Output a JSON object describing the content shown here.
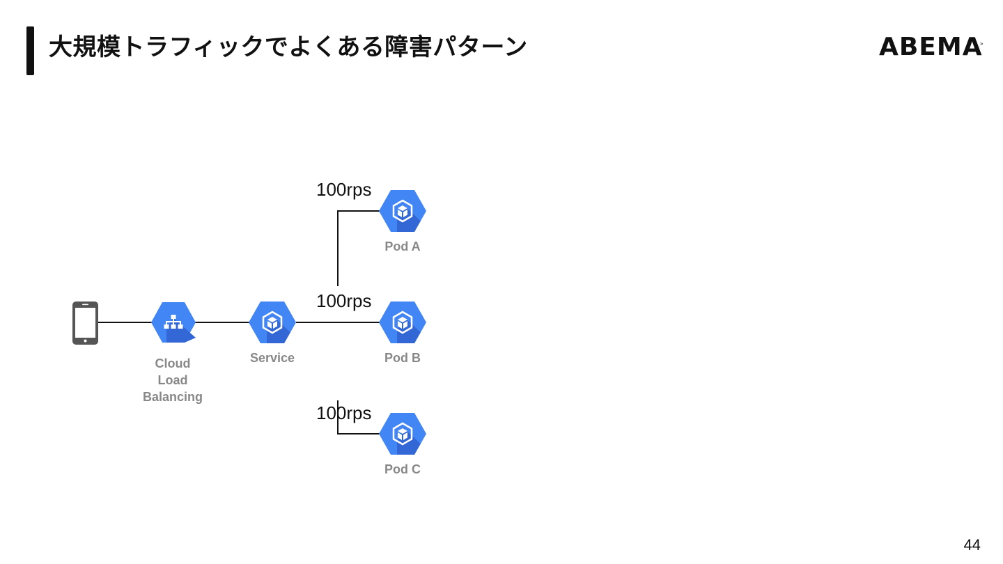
{
  "slide": {
    "title": "大規模トラフィックでよくある障害パターン",
    "logo": "ABEMA",
    "logo_mark": "»",
    "page_number": "44"
  },
  "diagram": {
    "client_icon": "smartphone-icon",
    "load_balancer": {
      "icon": "cloud-load-balancing-icon",
      "label_lines": [
        "Cloud",
        "Load",
        "Balancing"
      ]
    },
    "service": {
      "icon": "kubernetes-engine-icon",
      "label": "Service"
    },
    "pods": [
      {
        "icon": "kubernetes-engine-icon",
        "label": "Pod A",
        "traffic": "100rps"
      },
      {
        "icon": "kubernetes-engine-icon",
        "label": "Pod B",
        "traffic": "100rps"
      },
      {
        "icon": "kubernetes-engine-icon",
        "label": "Pod C",
        "traffic": "100rps"
      }
    ],
    "colors": {
      "hex_fill": "#4285F4",
      "hex_shadow": "#3367D6",
      "line": "#111111",
      "label": "#888888",
      "device": "#555555"
    }
  }
}
